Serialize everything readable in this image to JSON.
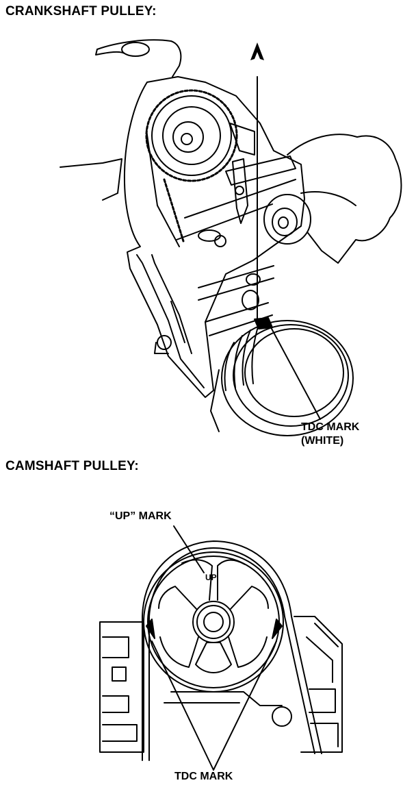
{
  "crankshaft": {
    "heading": "CRANKSHAFT PULLEY:",
    "pointer_label": "A",
    "tdc_label_line1": "TDC MARK",
    "tdc_label_line2": "(WHITE)"
  },
  "camshaft": {
    "heading": "CAMSHAFT PULLEY:",
    "up_mark_label": "“UP” MARK",
    "up_stamp": "UP",
    "tdc_label": "TDC MARK"
  }
}
